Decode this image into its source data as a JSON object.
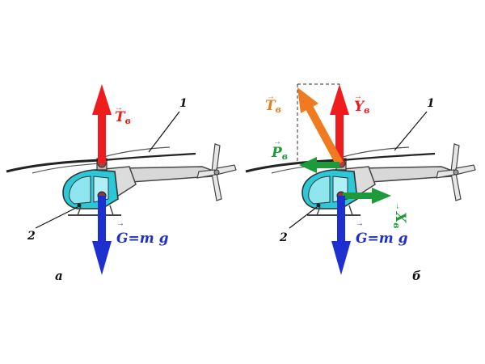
{
  "panels": [
    {
      "id": "a",
      "caption": "а",
      "labels": {
        "rotor_callout": "1",
        "body_callout": "2",
        "thrust": "T",
        "thrust_sub": "в",
        "weight": "G=m g"
      },
      "colors": {
        "thrust": "#ee1c1c",
        "weight": "#1e2fd0"
      }
    },
    {
      "id": "b",
      "caption": "б",
      "labels": {
        "rotor_callout": "1",
        "body_callout": "2",
        "thrust": "T",
        "thrust_sub": "в",
        "lift": "Y",
        "lift_sub": "в",
        "propulsive": "P",
        "propulsive_sub": "в",
        "drag": "X",
        "drag_sub": "в",
        "weight": "G=m g"
      },
      "colors": {
        "thrust": "#f07a1f",
        "lift": "#ee1c1c",
        "propulsive": "#1f9a3a",
        "drag": "#1f9a3a",
        "weight": "#1e2fd0"
      }
    }
  ]
}
